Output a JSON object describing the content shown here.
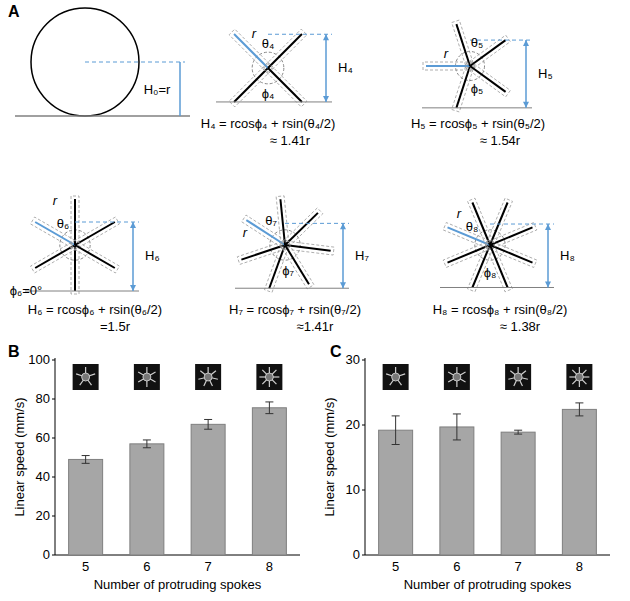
{
  "diagram": {
    "labels": [
      "A",
      "H₀=r",
      "r",
      "θ₄",
      "ϕ₄",
      "H₄",
      "H₄ = rcosϕ₄ + rsin(θ₄/2)",
      "≈ 1.41r",
      "r",
      "θ₅",
      "ϕ₅",
      "H₅",
      "H₅ = rcosϕ₅ + rsin(θ₅/2)",
      "≈ 1.54r",
      "r",
      "θ₆",
      "ϕ₆=0°",
      "H₆",
      "H₆ = rcosϕ₆ + rsin(θ₆/2)",
      "=1.5r",
      "r",
      "θ₇",
      "ϕ₇",
      "H₇",
      "H₇ = rcosϕ₇ + rsin(θ₇/2)",
      "≈1.41r",
      "r",
      "θ₈",
      "ϕ₈",
      "H₈",
      "H₈ = rcosϕ₈ + rsin(θ₈/2)",
      "≈ 1.38r",
      "B",
      "C",
      "0",
      "20",
      "40",
      "60",
      "80",
      "100",
      "Linear speed (mm/s)",
      "5",
      "6",
      "7",
      "8",
      "Number of protruding spokes",
      "0",
      "10",
      "20",
      "30",
      "Linear speed (mm/s)",
      "5",
      "6",
      "7",
      "8",
      "Number of protruding spokes"
    ]
  }
}
